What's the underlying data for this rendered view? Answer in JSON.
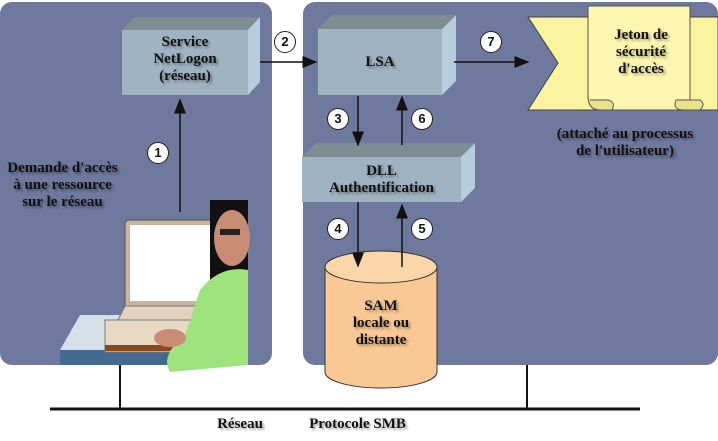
{
  "diagram": {
    "left_panel": {
      "netlogon_box": [
        "Service",
        "NetLogon",
        "(réseau)"
      ],
      "request_text": [
        "Demande d'accès",
        "à une ressource",
        "sur le réseau"
      ]
    },
    "right_panel": {
      "lsa_box": "LSA",
      "dll_box": [
        "DLL",
        "Authentification"
      ],
      "sam_db": [
        "SAM",
        "locale ou",
        "distante"
      ],
      "token": [
        "Jeton de",
        "sécurité",
        "d'accès"
      ],
      "token_note": [
        "(attaché au processus",
        "de l'utilisateur)"
      ]
    },
    "steps": [
      "1",
      "2",
      "3",
      "4",
      "5",
      "6",
      "7"
    ],
    "network_labels": {
      "network": "Réseau",
      "protocol": "Protocole SMB"
    },
    "colors": {
      "panel": "#6f789d",
      "box": "#9fb3c2",
      "sam": "#f9c894",
      "token": "#faf3a0",
      "screen": "#ffffff"
    }
  }
}
